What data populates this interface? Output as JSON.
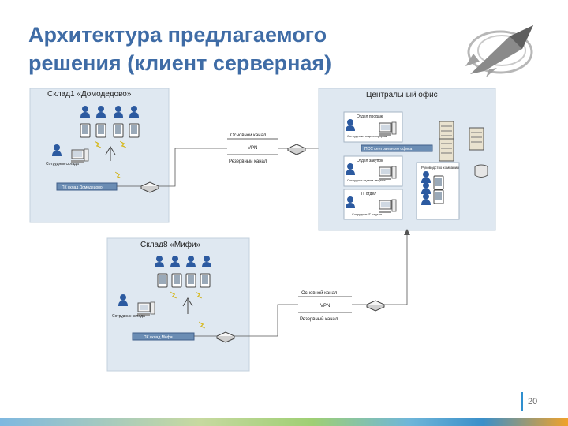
{
  "slide": {
    "title_line1": "Архитектура предлагаемого",
    "title_line2": "решения (клиент серверная)",
    "page_number": "20"
  },
  "diagram": {
    "warehouse1": {
      "title": "Склад1 «Домодедово»",
      "employee": "Сотрудник склада",
      "pc": "ПК склад Домодедово"
    },
    "central_office": {
      "title": "Центральный офис",
      "dept_sales": "Отдел продаж",
      "dept_sales_sub": "Сотрудники отдела продаж",
      "dept_purchase": "Отдел закупок",
      "dept_purchase_sub": "Сотрудник отдела закупок",
      "it_dept": "IT отдел",
      "it_dept_sub": "Сотрудник IT отдела",
      "server_bar": "ПСС центрального офиса",
      "management": "Руководство компании"
    },
    "warehouse8": {
      "title": "Склад8 «Мифи»",
      "employee": "Сотрудник склада",
      "pc": "ПК склад Мифи"
    },
    "link1": {
      "main": "Основной канал",
      "vpn": "VPN",
      "backup": "Резервный канал"
    },
    "link2": {
      "main": "Основной канал",
      "vpn": "VPN",
      "backup": "Резервный канал"
    }
  },
  "colors": {
    "title": "#3f6ca6",
    "panel": "#dfe8f1",
    "user": "#2c5aa0",
    "lightning": "#f2d12a"
  }
}
